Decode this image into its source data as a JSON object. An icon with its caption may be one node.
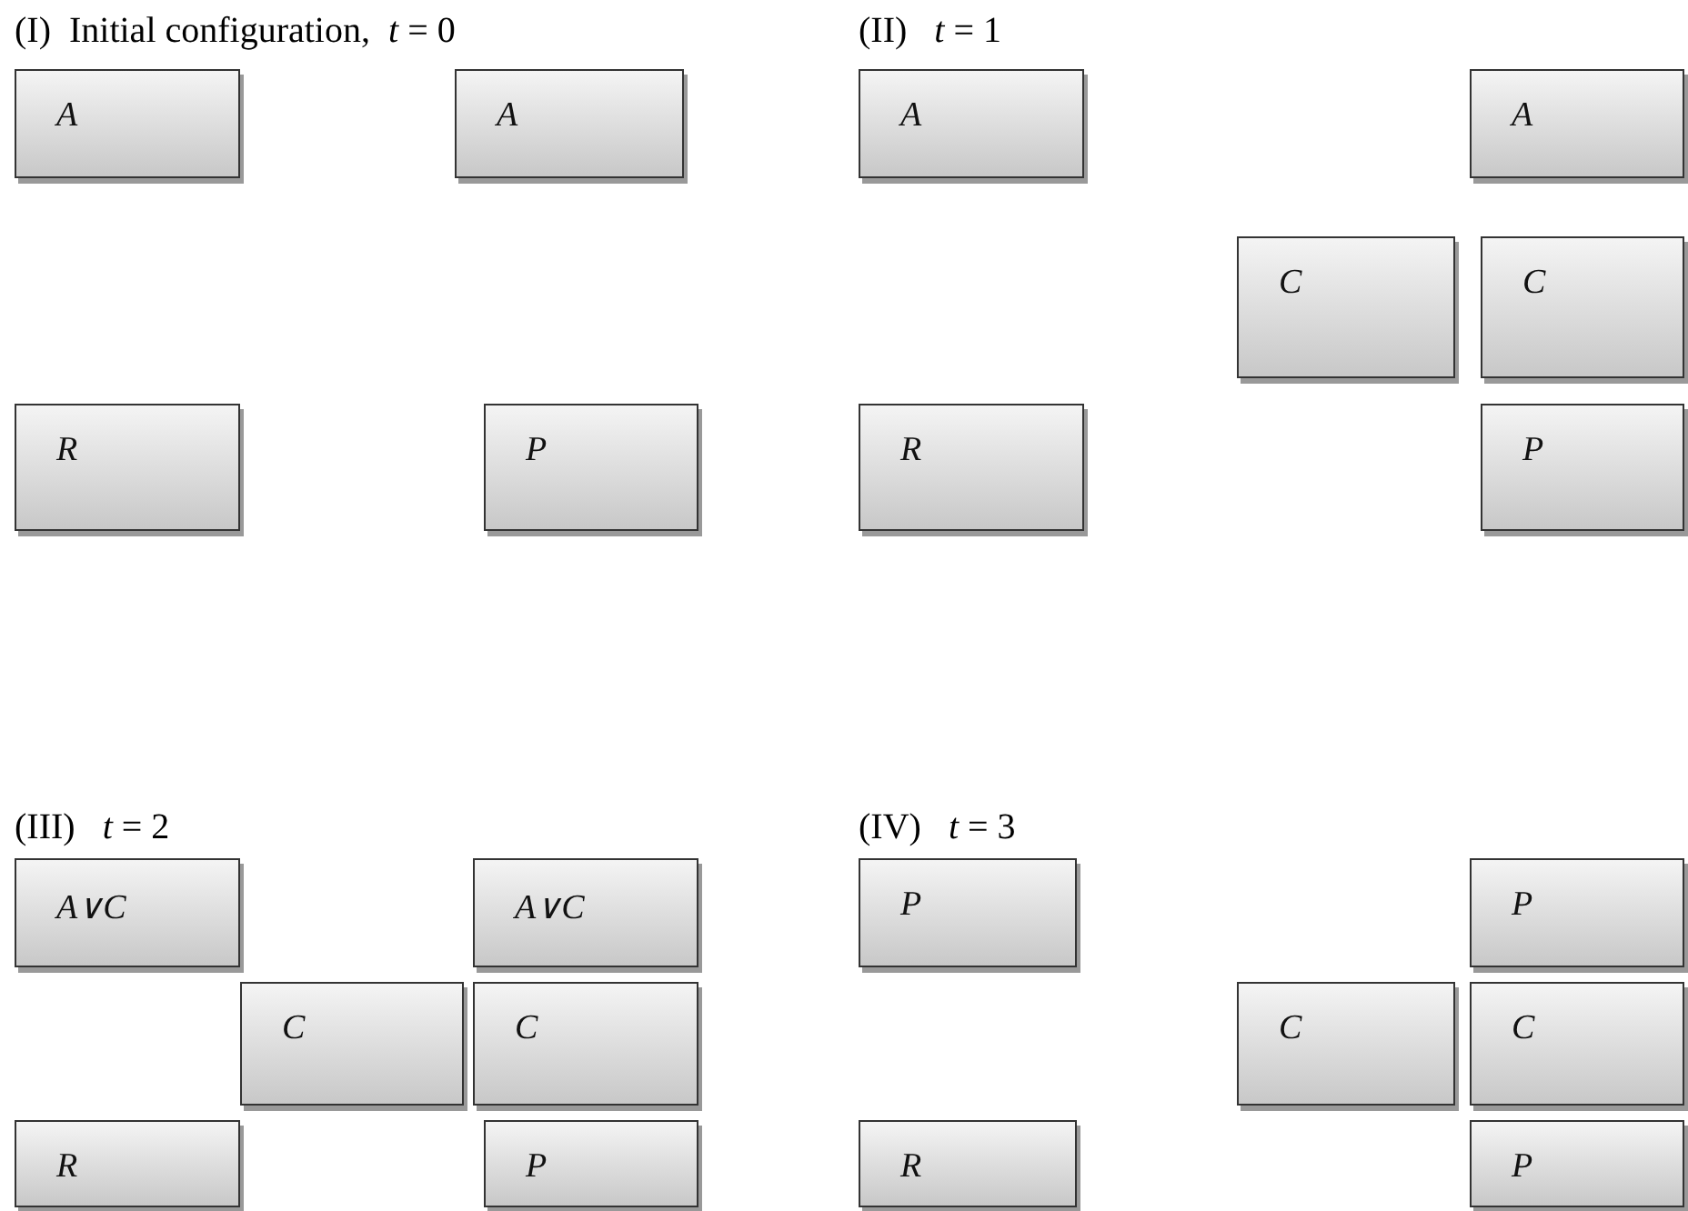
{
  "diagram": {
    "nodes": [
      {
        "text": [
          "A"
        ]
      },
      {
        "text": [
          "A"
        ]
      },
      {
        "text": [
          "R"
        ]
      },
      {
        "text": [
          "P"
        ]
      },
      {
        "text": [
          "A"
        ]
      },
      {
        "text": [
          "A"
        ]
      },
      {
        "text": [
          "C"
        ]
      },
      {
        "text": [
          "C"
        ]
      },
      {
        "text": [
          "R"
        ]
      },
      {
        "text": [
          "P"
        ]
      },
      {
        "text": [
          "A∨C"
        ]
      },
      {
        "text": [
          "A∨C"
        ]
      },
      {
        "text": [
          "C"
        ]
      },
      {
        "text": [
          "C"
        ]
      },
      {
        "text": [
          "R"
        ]
      },
      {
        "text": [
          "P"
        ]
      },
      {
        "text": [
          "P"
        ]
      },
      {
        "text": [
          "P"
        ]
      },
      {
        "text": [
          "C"
        ]
      },
      {
        "text": [
          "C"
        ]
      },
      {
        "text": [
          "R"
        ]
      },
      {
        "text": [
          "P"
        ]
      }
    ],
    "edges": [],
    "labels": [
      "(I)  Initial configuration,  *t* = 0",
      "(II)   *t* = 1",
      "(III)   *t* = 2",
      "(IV)   *t* = 3"
    ]
  }
}
